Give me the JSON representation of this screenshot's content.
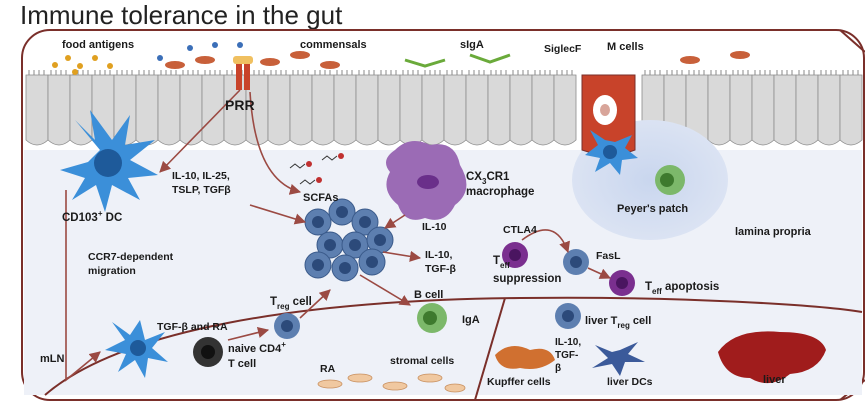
{
  "title": "Immune tolerance in the gut",
  "labels": {
    "food_antigens": "food antigens",
    "commensals": "commensals",
    "siga": "sIgA",
    "siglecf": "SiglecF",
    "m_cells": "M cells",
    "prr": "PRR",
    "cytokines_line1": "IL-10, IL-25,",
    "cytokines_line2": "TSLP, TGFβ",
    "cd103_dc": "CD103",
    "cd103_dc_sup": "+",
    "cd103_dc_suffix": " DC",
    "scfas": "SCFAs",
    "cx3cr1_line1": "CX",
    "cx3cr1_sub": "3",
    "cx3cr1_rest": "CR1",
    "cx3cr1_line2": "macrophage",
    "il10_mac": "IL-10",
    "peyers_patch": "Peyer's patch",
    "lamina_propria": "lamina  propria",
    "ccr7_line1": "CCR7-dependent",
    "ccr7_line2": "migration",
    "il10_tgf_line1": "IL-10,",
    "il10_tgf_line2": "TGF-β",
    "ctla4": "CTLA4",
    "fasl": "FasL",
    "teff_suppression_t": "T",
    "teff_suppression_sub": "eff",
    "teff_suppression_rest": "suppression",
    "teff_apoptosis_t": "T",
    "teff_apoptosis_sub": "eff",
    "teff_apoptosis_rest": " apoptosis",
    "treg_t": "T",
    "treg_sub": "reg",
    "treg_rest": " cell",
    "b_cell": "B cell",
    "iga": "IgA",
    "tgf_ra": "TGF-β and RA",
    "mln": "mLN",
    "naive_line1": "naive CD4",
    "naive_sup": "+",
    "naive_line2": "T cell",
    "ra": "RA",
    "stromal_cells": "stromal cells",
    "liver_treg_prefix": "liver T",
    "liver_treg_sub": "reg",
    "liver_treg_rest": " cell",
    "liver_il10_line1": "IL-10,",
    "liver_il10_line2": "TGF-",
    "liver_il10_line3": "β",
    "kupffer_cells": "Kupffer cells",
    "liver_dcs": "liver DCs",
    "liver": "liver"
  },
  "colors": {
    "border": "#7a2f2a",
    "arrow": "#9b4a43",
    "lamina": "#eef1f8",
    "epithelium": "#d9d9d9",
    "dc": "#3b8fd9",
    "macrophage": "#9b6bb5",
    "treg": "#5d7fb0",
    "b_cell": "#7cb86a",
    "m_cell": "#c8432a",
    "liver": "#a01c1c",
    "teff": "#7a2f8f"
  }
}
